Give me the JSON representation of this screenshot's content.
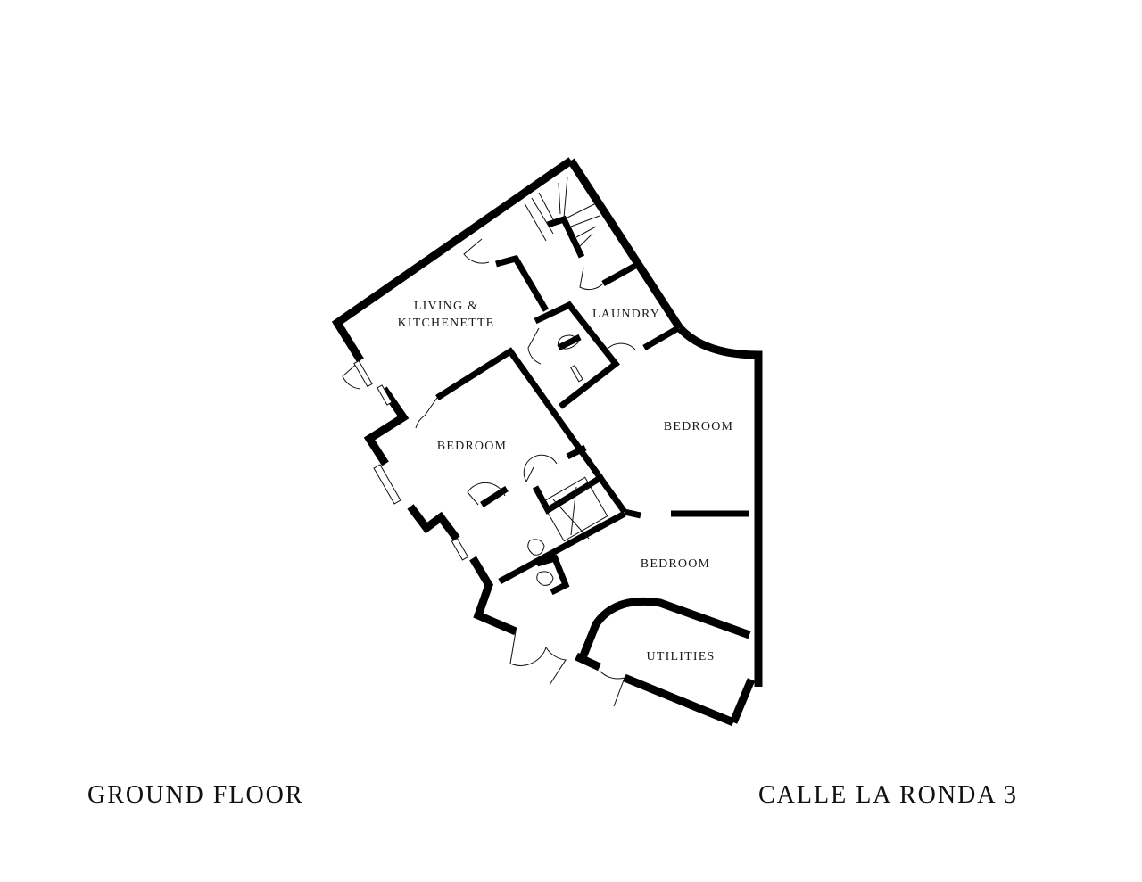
{
  "plan": {
    "floor_label": "GROUND FLOOR",
    "address": "CALLE LA RONDA 3",
    "rooms": [
      {
        "id": "living",
        "label_line1": "LIVING &",
        "label_line2": "KITCHENETTE"
      },
      {
        "id": "laundry",
        "label": "LAUNDRY"
      },
      {
        "id": "bedroom-1",
        "label": "BEDROOM"
      },
      {
        "id": "bedroom-2",
        "label": "BEDROOM"
      },
      {
        "id": "bedroom-3",
        "label": "BEDROOM"
      },
      {
        "id": "utilities",
        "label": "UTILITIES"
      }
    ],
    "colors": {
      "wall": "#000000",
      "background": "#ffffff",
      "text": "#111111"
    }
  }
}
